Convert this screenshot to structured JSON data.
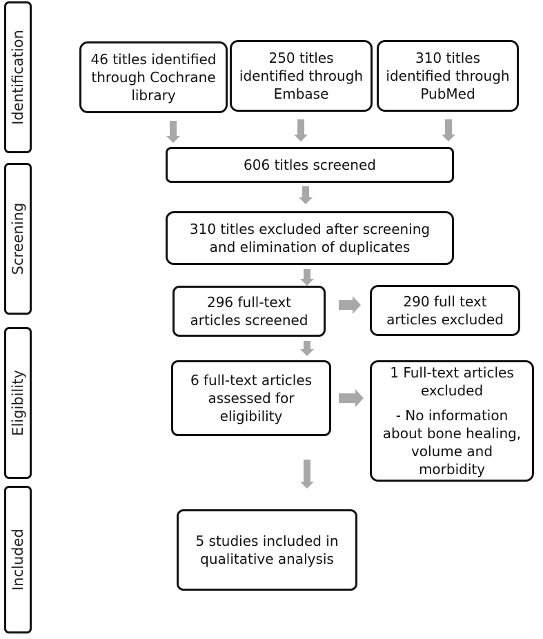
{
  "stages": {
    "identification": "Identification",
    "screening": "Screening",
    "eligibility": "Eligibility",
    "included": "Included"
  },
  "sources": {
    "cochrane": [
      "46 titles identified",
      "through Cochrane",
      "library"
    ],
    "embase": [
      "250 titles",
      "identified through",
      "Embase"
    ],
    "pubmed": [
      "310 titles",
      "identified through",
      "PubMed"
    ]
  },
  "screened": "606 titles screened",
  "excluded_duplicates": [
    "310 titles excluded after screening",
    "and elimination of duplicates"
  ],
  "fulltext_screened": [
    "296 full-text",
    "articles screened"
  ],
  "fulltext_excluded": [
    "290 full text",
    "articles excluded"
  ],
  "eligibility_assessed": [
    "6 full-text articles",
    "assessed for",
    "eligibility"
  ],
  "eligibility_excluded": {
    "heading": [
      "1 Full-text articles",
      "excluded"
    ],
    "reason": [
      "- No information",
      "about bone healing,",
      "volume and",
      "morbidity"
    ]
  },
  "included": [
    "5 studies included in",
    "qualitative analysis"
  ],
  "colors": {
    "border": "#111111",
    "arrow": "#a8a8a8",
    "background": "#ffffff"
  }
}
